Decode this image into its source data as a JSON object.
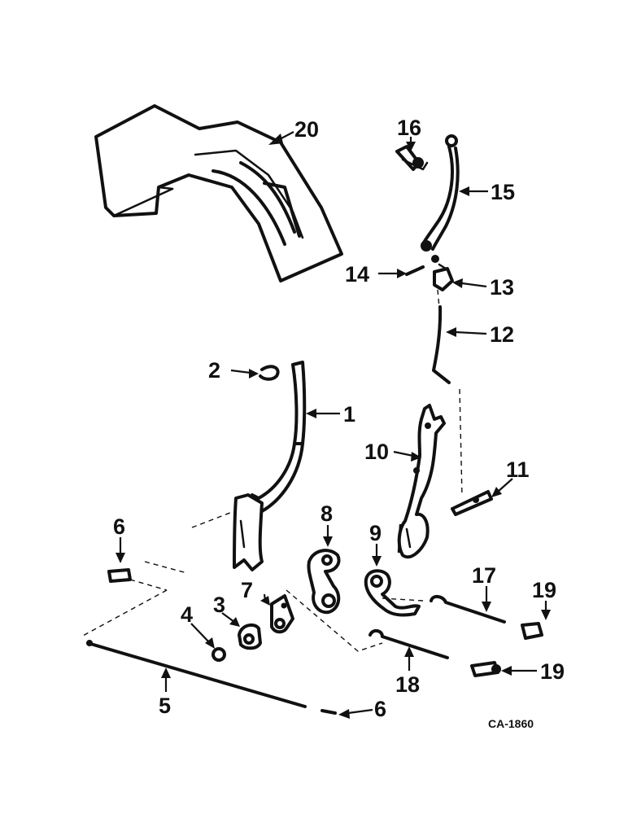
{
  "callouts": {
    "c1": "1",
    "c2": "2",
    "c3": "3",
    "c4": "4",
    "c5": "5",
    "c6a": "6",
    "c6b": "6",
    "c7": "7",
    "c8": "8",
    "c9": "9",
    "c10": "10",
    "c11": "11",
    "c12": "12",
    "c13": "13",
    "c14": "14",
    "c15": "15",
    "c16": "16",
    "c17": "17",
    "c18": "18",
    "c19a": "19",
    "c19b": "19",
    "c20": "20"
  },
  "drawing_code": "CA-1860"
}
